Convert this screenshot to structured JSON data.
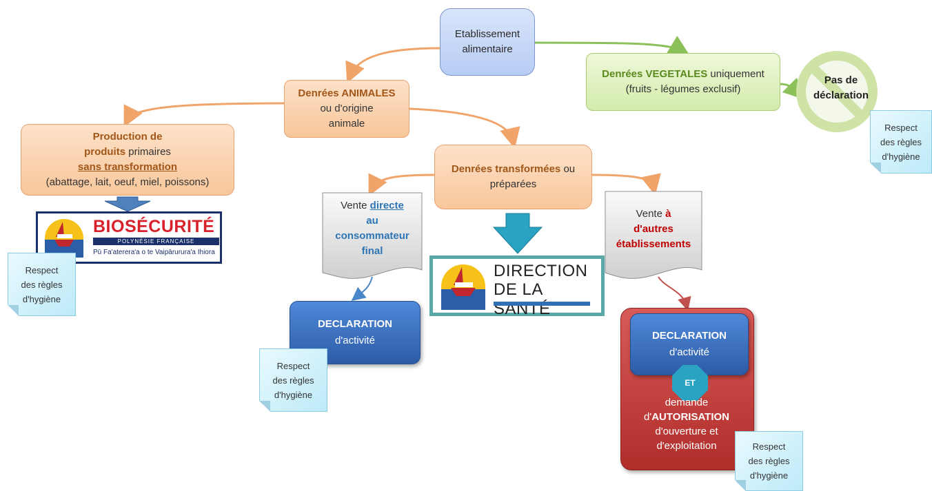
{
  "top": {
    "line1": "Etablissement",
    "line2": "alimentaire"
  },
  "animal": {
    "bold": "Denrées ANIMALES",
    "line2": "ou d'origine",
    "line3": "animale"
  },
  "vegetal": {
    "bold": "Denrées VEGETALES",
    "rest": " uniquement",
    "line2": "(fruits - légumes exclusif)"
  },
  "no_decl": {
    "line1": "Pas de",
    "line2": "déclaration"
  },
  "production": {
    "bold1": "Production de",
    "bold2": "produits",
    "rest2": " primaires",
    "underline": "sans transformation",
    "line4": "(abattage, lait, oeuf, miel, poissons)"
  },
  "transformed": {
    "bold": "Denrées transformées",
    "rest": " ou",
    "line2": "préparées"
  },
  "direct": {
    "w1": "Vente ",
    "w2": "directe",
    "w3": "au",
    "w4": "consommateur",
    "w5": "final"
  },
  "other": {
    "w1": "Vente ",
    "w2": "à",
    "w3": "d'autres",
    "w4": "établissements"
  },
  "decl_direct": {
    "bold": "DECLARATION",
    "line2": "d'activité"
  },
  "decl_other": {
    "bold": "DECLARATION",
    "line2": "d'activité",
    "et": "ET",
    "line3": "demande",
    "prefix4": "d'",
    "bold4": "AUTORISATION",
    "line5": "d'ouverture et",
    "line6": "d'exploitation"
  },
  "hygiene_note": {
    "line1": "Respect",
    "line2": "des règles",
    "line3": "d'hygiène"
  },
  "logo_bio": {
    "title": "BIOSÉCURITÉ",
    "sub": "POLYNÉSIE FRANÇAISE",
    "tagline": "Pū Fa'aterera'a o te Vaipārurura'a Ihiora"
  },
  "logo_ds": {
    "line1": "DIRECTION",
    "line2": "DE LA SANTÉ"
  },
  "colors": {
    "orange_arrow": "#f0a46a",
    "green_arrow": "#8cc05a",
    "blue_arrow": "#2e75b6",
    "red_arrow": "#c0504d",
    "teal_arrow": "#2aa3c2"
  }
}
